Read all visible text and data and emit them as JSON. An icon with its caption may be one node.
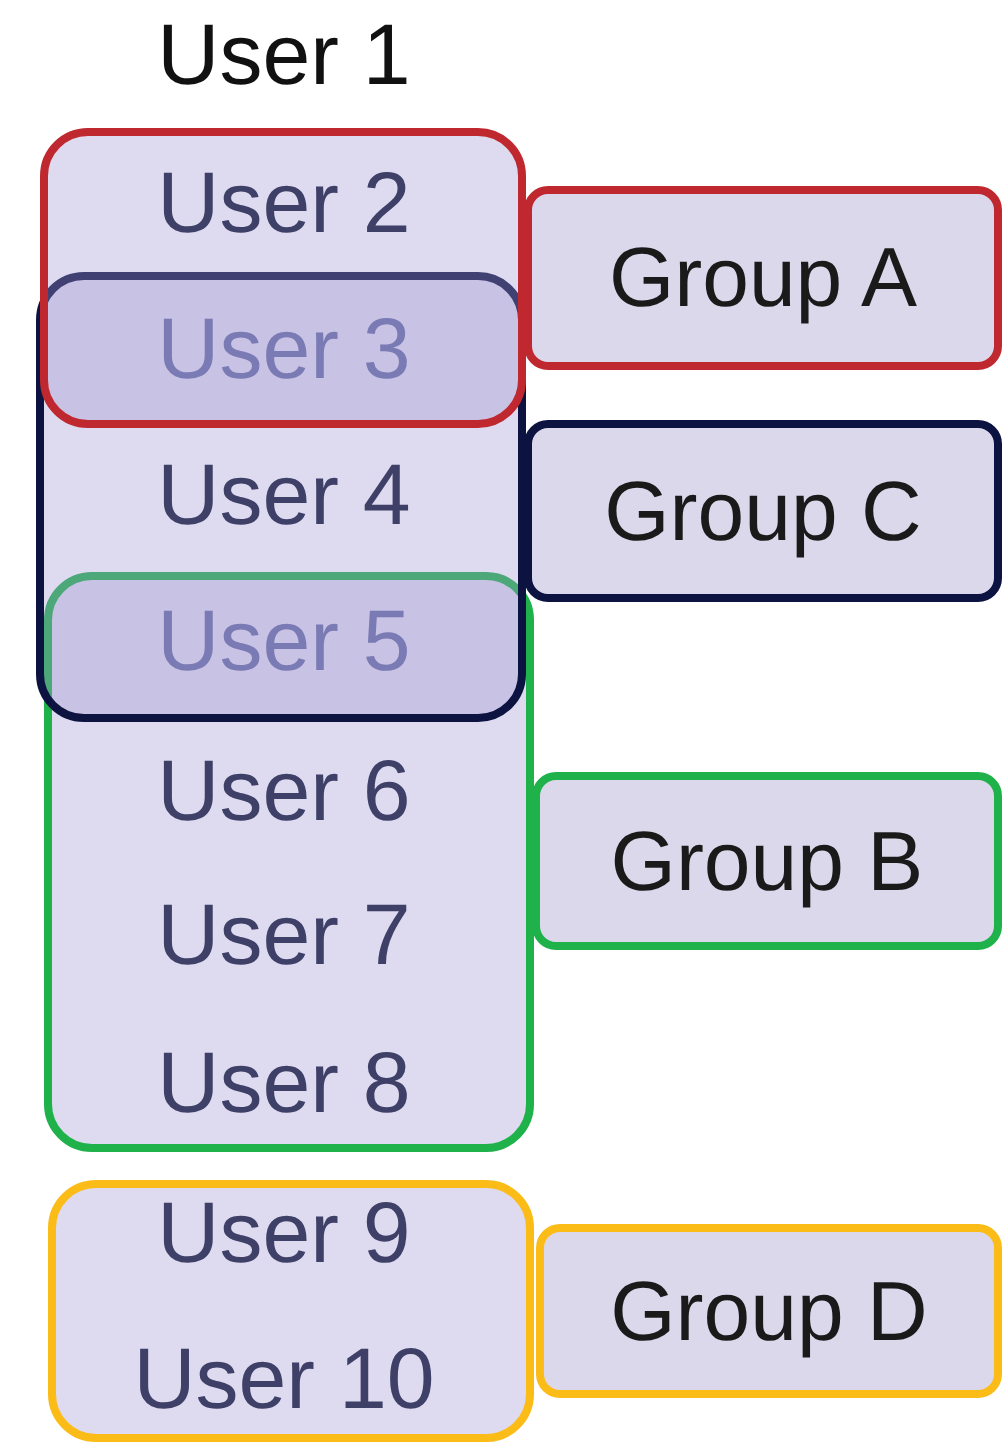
{
  "diagram": {
    "nodes": [
      {
        "text": [],
        "shape": "box"
      },
      {
        "text": [
          "Group A"
        ]
      },
      {
        "text": [],
        "shape": "box"
      },
      {
        "text": [
          "Group C"
        ]
      },
      {
        "text": [],
        "shape": "box"
      },
      {
        "text": [
          "Group B"
        ]
      },
      {
        "text": [],
        "shape": "box"
      },
      {
        "text": [
          "Group D"
        ]
      }
    ],
    "edges": [],
    "labels": [
      "User 1",
      "User 2",
      "User 3",
      "User 4",
      "User 5",
      "User 6",
      "User 7",
      "User 8",
      "User 9",
      "User 10"
    ]
  }
}
